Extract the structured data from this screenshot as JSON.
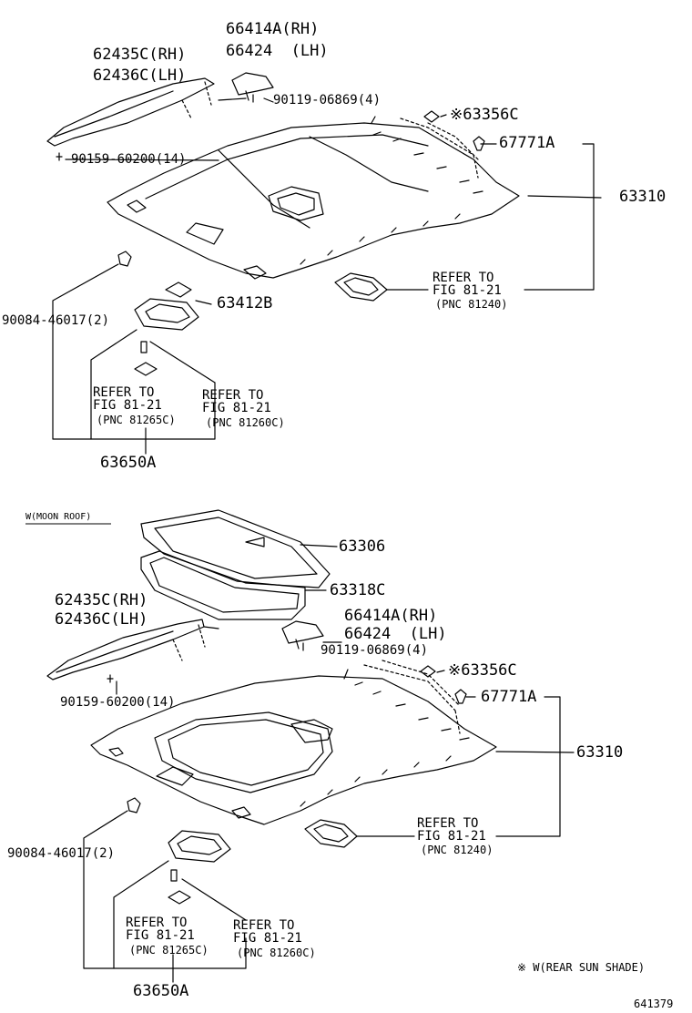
{
  "top": {
    "p_66414A": "66414A(RH)",
    "p_66424": "66424  (LH)",
    "p_62435C": "62435C(RH)",
    "p_62436C": "62436C(LH)",
    "p_90119": "90119-06869(4)",
    "p_63356C": "※63356C",
    "p_67771A": "67771A",
    "p_90159": "90159-60200(14)",
    "p_63310": "63310",
    "p_63412B": "63412B",
    "p_90084": "90084-46017(2)",
    "p_63650A": "63650A",
    "refA": [
      "REFER TO",
      "FIG 81-21",
      "(PNC 81240)"
    ],
    "refB": [
      "REFER TO",
      "FIG 81-21",
      "(PNC 81265C)"
    ],
    "refC": [
      "REFER TO",
      "FIG 81-21",
      "(PNC 81260C)"
    ]
  },
  "bottom": {
    "section": "W(MOON ROOF)",
    "p_63306": "63306",
    "p_63318C": "63318C",
    "p_62435C": "62435C(RH)",
    "p_62436C": "62436C(LH)",
    "p_66414A": "66414A(RH)",
    "p_66424": "66424  (LH)",
    "p_90119": "90119-06869(4)",
    "p_63356C": "※63356C",
    "p_67771A": "67771A",
    "p_90159": "90159-60200(14)",
    "p_63310": "63310",
    "p_90084": "90084-46017(2)",
    "p_63650A": "63650A",
    "refA": [
      "REFER TO",
      "FIG 81-21",
      "(PNC 81240)"
    ],
    "refB": [
      "REFER TO",
      "FIG 81-21",
      "(PNC 81265C)"
    ],
    "refC": [
      "REFER TO",
      "FIG 81-21",
      "(PNC 81260C)"
    ]
  },
  "footnote": "※ W(REAR SUN SHADE)",
  "figure_id": "641379"
}
